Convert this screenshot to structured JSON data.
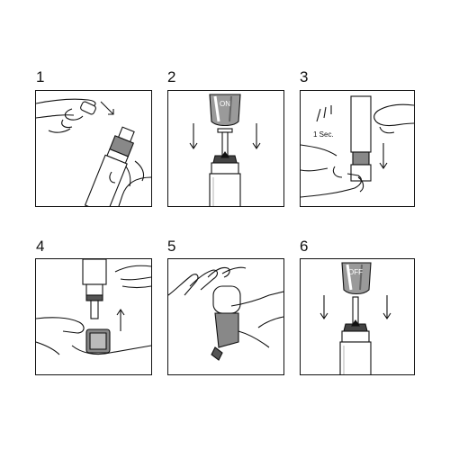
{
  "steps": [
    {
      "number": "1"
    },
    {
      "number": "2",
      "cap_label": "ON"
    },
    {
      "number": "3",
      "timer_label": "1 Sec."
    },
    {
      "number": "4"
    },
    {
      "number": "5"
    },
    {
      "number": "6",
      "cap_label": "OFF"
    }
  ],
  "colors": {
    "line": "#111111",
    "panel_bg": "#ffffff",
    "metal": "#9a9a9a"
  }
}
